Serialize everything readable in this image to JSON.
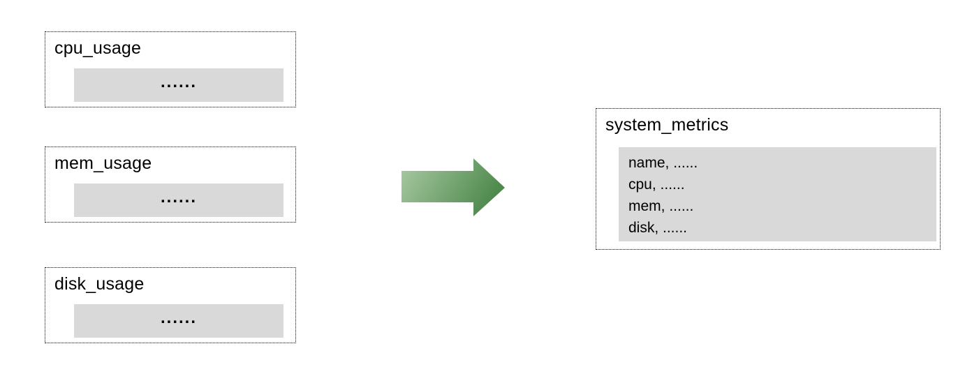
{
  "diagram": {
    "source_tables": [
      {
        "title": "cpu_usage",
        "placeholder": "......"
      },
      {
        "title": "mem_usage",
        "placeholder": "......"
      },
      {
        "title": "disk_usage",
        "placeholder": "......"
      }
    ],
    "arrow": {
      "direction": "right",
      "gradient_start": "#aacaa4",
      "gradient_end": "#4f8a4d"
    },
    "result_table": {
      "title": "system_metrics",
      "rows": [
        "name, ......",
        "cpu, ......",
        "mem, ......",
        "disk, ......"
      ]
    },
    "colors": {
      "fill_gray": "#d9d9d9",
      "border": "#000000"
    }
  }
}
